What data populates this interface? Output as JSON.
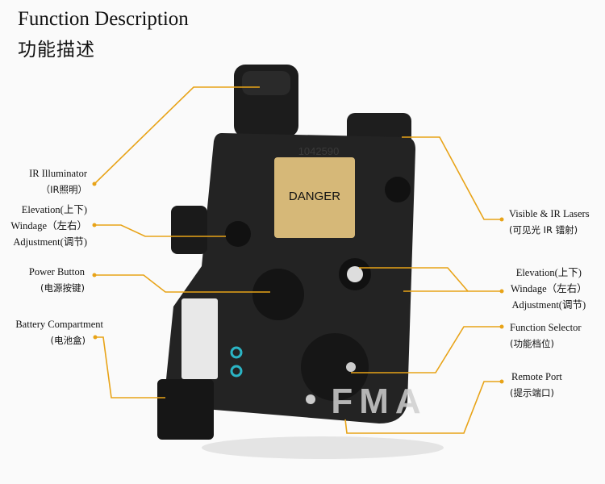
{
  "header": {
    "title": "Function Description",
    "subtitle": "功能描述"
  },
  "device": {
    "serial": "1042590",
    "warning_heading": "DANGER",
    "watermark": "FMA",
    "warning_color": "#d6b878"
  },
  "accent_color": "#e8a317",
  "labels": {
    "ir_illuminator": {
      "en": "IR Illuminator",
      "zh": "（IR照明）"
    },
    "elev_left": {
      "line1": "Elevation(上下)",
      "line2": "Windage（左右）",
      "line3": "Adjustment(调节)"
    },
    "power_button": {
      "en": "Power Button",
      "zh": "(电源按键)"
    },
    "battery": {
      "en": "Battery Compartment",
      "zh": "(电池盒)"
    },
    "lasers": {
      "en": "Visible & IR Lasers",
      "zh": "(可见光  IR  镭射)"
    },
    "elev_right": {
      "line1": "Elevation(上下)",
      "line2": "Windage（左右）",
      "line3": "Adjustment(调节)"
    },
    "function_selector": {
      "en": "Function Selector",
      "zh": "(功能档位)"
    },
    "remote_port": {
      "en": "Remote Port",
      "zh": "(提示端口)"
    }
  }
}
